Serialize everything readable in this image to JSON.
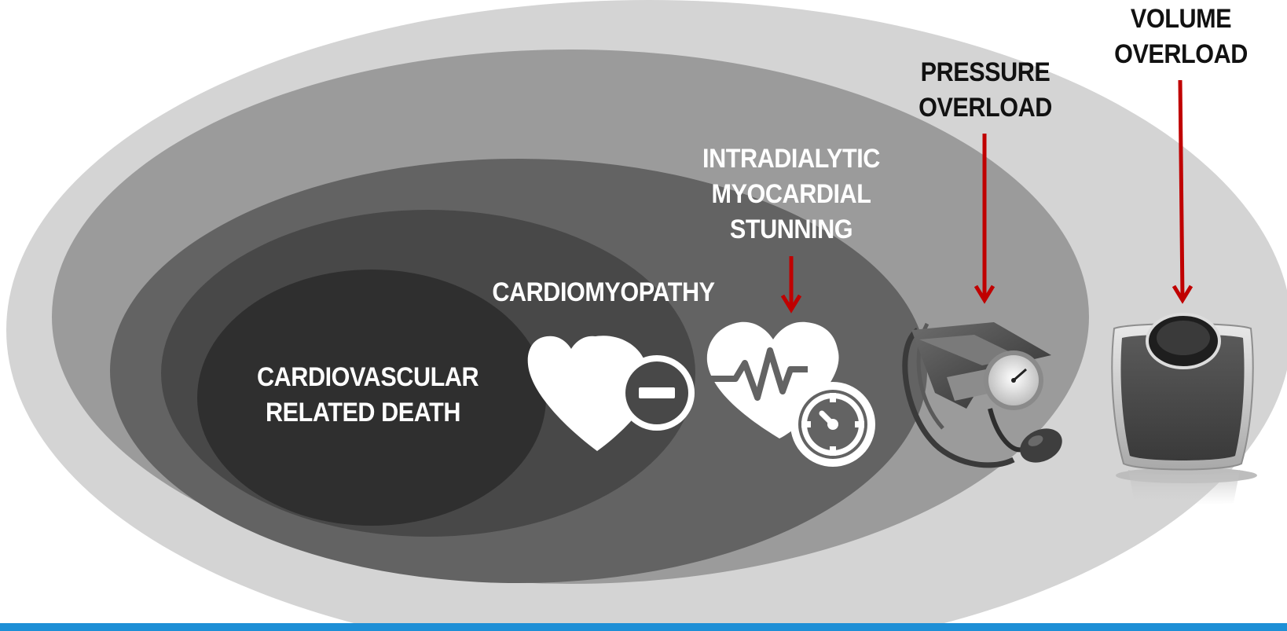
{
  "colors": {
    "ring_outer": "#d4d4d4",
    "ring_2": "#9b9b9b",
    "ring_3": "#636363",
    "ring_4": "#484848",
    "ring_core": "#2f2f2f",
    "arrow": "#c00000",
    "footer_bar": "#1e8fd6",
    "icon_light": "#ffffff"
  },
  "labels": {
    "death": [
      "CARDIOVASCULAR",
      "RELATED DEATH"
    ],
    "cardiomyopathy": [
      "CARDIOMYOPATHY"
    ],
    "stunning": [
      "INTRADIALYTIC",
      "MYOCARDIAL",
      "STUNNING"
    ],
    "pressure": [
      "PRESSURE",
      "OVERLOAD"
    ],
    "volume": [
      "VOLUME",
      "OVERLOAD"
    ]
  },
  "icons": {
    "cardiomyopathy": "heart-minus-icon",
    "stunning": "heart-pulse-stopwatch-icon",
    "pressure": "sphygmomanometer-icon",
    "volume": "weighing-scale-icon"
  }
}
